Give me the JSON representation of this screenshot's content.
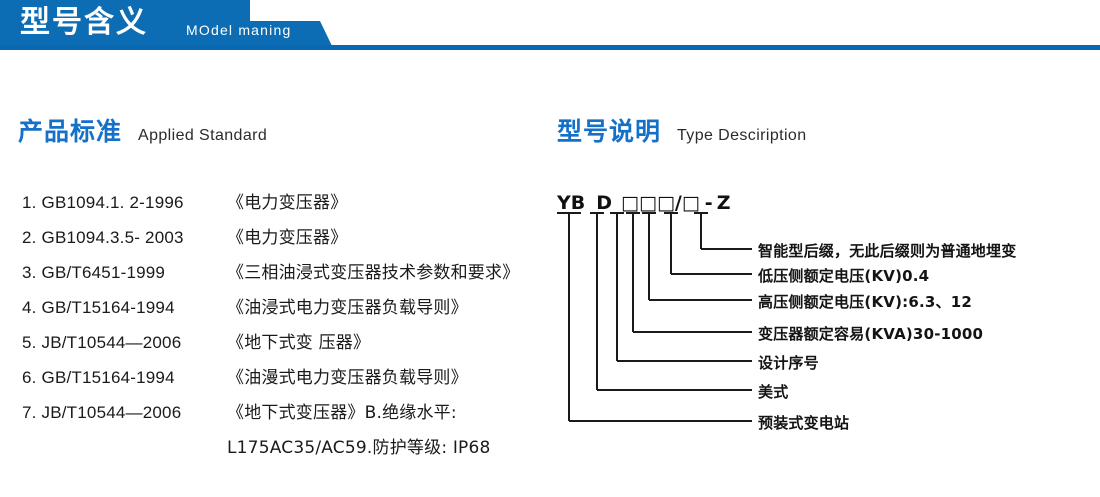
{
  "banner": {
    "title_cn": "型号含义",
    "title_en": "MOdel maning",
    "color": "#0c6cb4"
  },
  "sections": {
    "left": {
      "title_cn": "产品标准",
      "title_en": "Applied Standard",
      "accent": "#1570c8"
    },
    "right": {
      "title_cn": "型号说明",
      "title_en": "Type Desciription",
      "accent": "#1570c8"
    }
  },
  "standards": [
    {
      "index": "1.",
      "code": "GB1094.1. 2-1996",
      "name": "《电力变压器》"
    },
    {
      "index": "2.",
      "code": "GB1094.3.5- 2003",
      "name": "《电力变压器》"
    },
    {
      "index": "3.",
      "code": "GB/T6451-1999",
      "name": "《三相油浸式变压器技术参数和要求》"
    },
    {
      "index": "4.",
      "code": "GB/T15164-1994",
      "name": "《油浸式电力变压器负载导则》"
    },
    {
      "index": "5.",
      "code": "JB/T10544—2006",
      "name": "《地下式变 压器》"
    },
    {
      "index": "6.",
      "code": "GB/T15164-1994",
      "name": "《油漫式电力变压器负载导则》"
    },
    {
      "index": "7.",
      "code": "JB/T10544—2006",
      "name": "《地下式变压器》B.绝缘水平:"
    },
    {
      "index": "",
      "code": "",
      "name": "L175AC35/AC59.防护等级: IP68"
    }
  ],
  "type_code": {
    "segments": [
      "YB",
      "D",
      "□",
      "□",
      "□",
      "/",
      "□",
      "-",
      "Z"
    ],
    "display": "YB D □□□/□ - Z"
  },
  "annotations": [
    {
      "label": "智能型后缀，无此后缀则为普通地埋变"
    },
    {
      "label": "低压侧额定电压(KV)0.4"
    },
    {
      "label": "高压侧额定电压(KV):6.3、12"
    },
    {
      "label": "变压器额定容易(KVA)30-1000"
    },
    {
      "label": "设计序号"
    },
    {
      "label": "美式"
    },
    {
      "label": "预装式变电站"
    }
  ]
}
